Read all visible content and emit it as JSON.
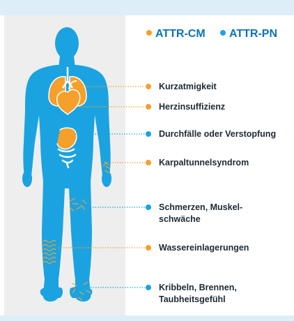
{
  "legend": [
    {
      "label": "ATTR-CM",
      "color": "#f5a02a"
    },
    {
      "label": "ATTR-PN",
      "color": "#1aa3e0"
    }
  ],
  "colors": {
    "body": "#1aa3e0",
    "organ": "#f5a02a",
    "organ_outline": "#ffffff",
    "panel": "#eeeeee",
    "background": "#ddeef8"
  },
  "symptoms": [
    {
      "lines": [
        "Kurzatmigkeit"
      ],
      "type": "ATTR-CM"
    },
    {
      "lines": [
        "Herzinsuffizienz"
      ],
      "type": "ATTR-CM"
    },
    {
      "lines": [
        "Durchfälle oder Verstopfung"
      ],
      "type": "ATTR-PN"
    },
    {
      "lines": [
        "Karpaltunnelsyndrom"
      ],
      "type": "ATTR-CM"
    },
    {
      "lines": [
        "Schmerzen, Muskel-",
        "schwäche"
      ],
      "type": "ATTR-PN"
    },
    {
      "lines": [
        "Wassereinlagerungen"
      ],
      "type": "ATTR-CM"
    },
    {
      "lines": [
        "Kribbeln, Brennen,",
        "Taubheitsgefühl"
      ],
      "type": "ATTR-PN"
    }
  ]
}
